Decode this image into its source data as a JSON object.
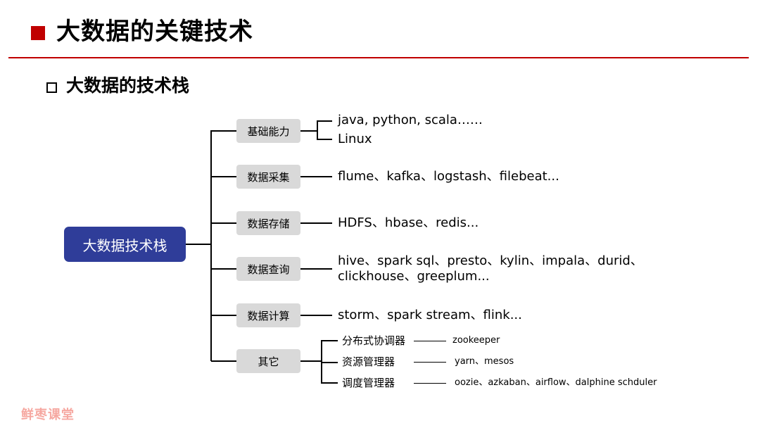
{
  "header": {
    "title": "大数据的关键技术"
  },
  "section": {
    "subtitle": "大数据的技术栈"
  },
  "diagram": {
    "root": "大数据技术栈",
    "categories": [
      {
        "label": "基础能力",
        "items": [
          "java, python, scala……",
          "Linux"
        ]
      },
      {
        "label": "数据采集",
        "items": [
          "flume、kafka、logstash、filebeat..."
        ]
      },
      {
        "label": "数据存储",
        "items": [
          "HDFS、hbase、redis..."
        ]
      },
      {
        "label": "数据查询",
        "items": [
          "hive、spark sql、presto、kylin、impala、durid、",
          "clickhouse、greeplum..."
        ]
      },
      {
        "label": "数据计算",
        "items": [
          "storm、spark stream、flink..."
        ]
      },
      {
        "label": "其它",
        "subitems": [
          {
            "label": "分布式协调器",
            "value": "zookeeper"
          },
          {
            "label": "资源管理器",
            "value": "yarn、mesos"
          },
          {
            "label": "调度管理器",
            "value": "oozie、azkaban、airflow、dalphine schduler"
          }
        ]
      }
    ]
  },
  "watermark": "鲜枣课堂",
  "colors": {
    "accent": "#c00000",
    "root_fill": "#2f3d99",
    "category_fill": "#d9d9d9",
    "watermark": "#f6a8a1"
  }
}
